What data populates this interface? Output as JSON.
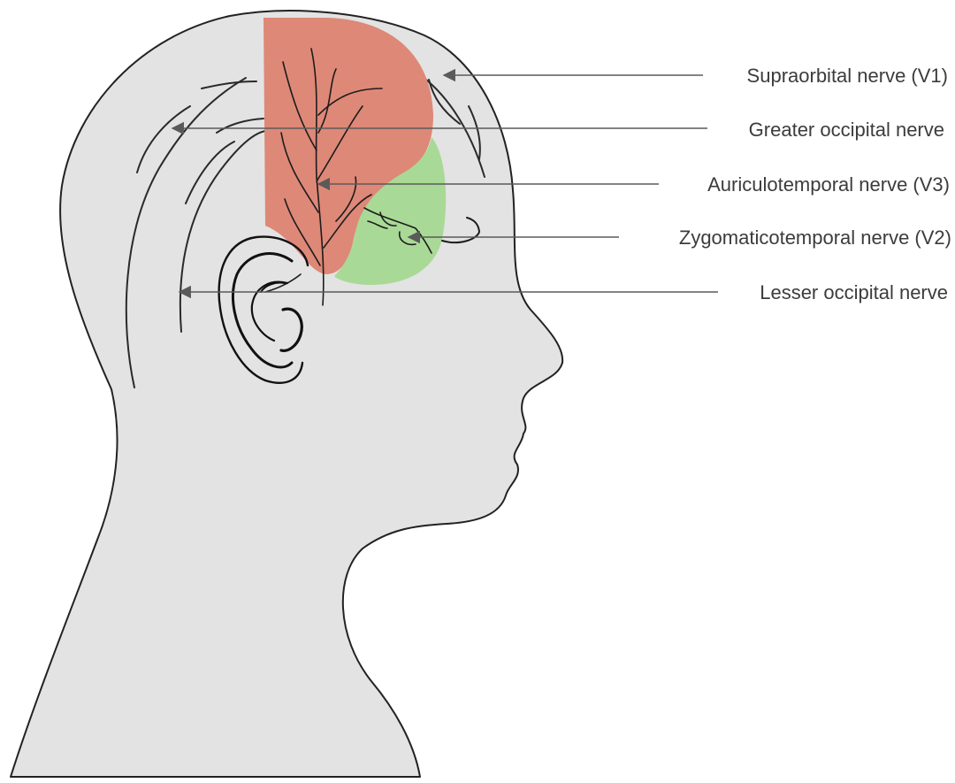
{
  "colors": {
    "background": "#ffffff",
    "head_fill": "#e3e3e3",
    "outline": "#222222",
    "hair_stroke": "#2a2a2a",
    "nerve_stroke": "#1c1c1c",
    "v1_region": "#de8878",
    "v2_region": "#a9d996",
    "pointer_line": "#5a5a5a",
    "label_text": "#3c3c3c"
  },
  "labels": [
    {
      "id": "supraorbital",
      "text": "Supraorbital nerve (V1)"
    },
    {
      "id": "greater-occipital",
      "text": "Greater occipital nerve"
    },
    {
      "id": "auriculotemporal",
      "text": "Auriculotemporal nerve (V3)"
    },
    {
      "id": "zygomaticotemporal",
      "text": "Zygomaticotemporal nerve (V2)"
    },
    {
      "id": "lesser-occipital",
      "text": "Lesser occipital nerve"
    }
  ]
}
